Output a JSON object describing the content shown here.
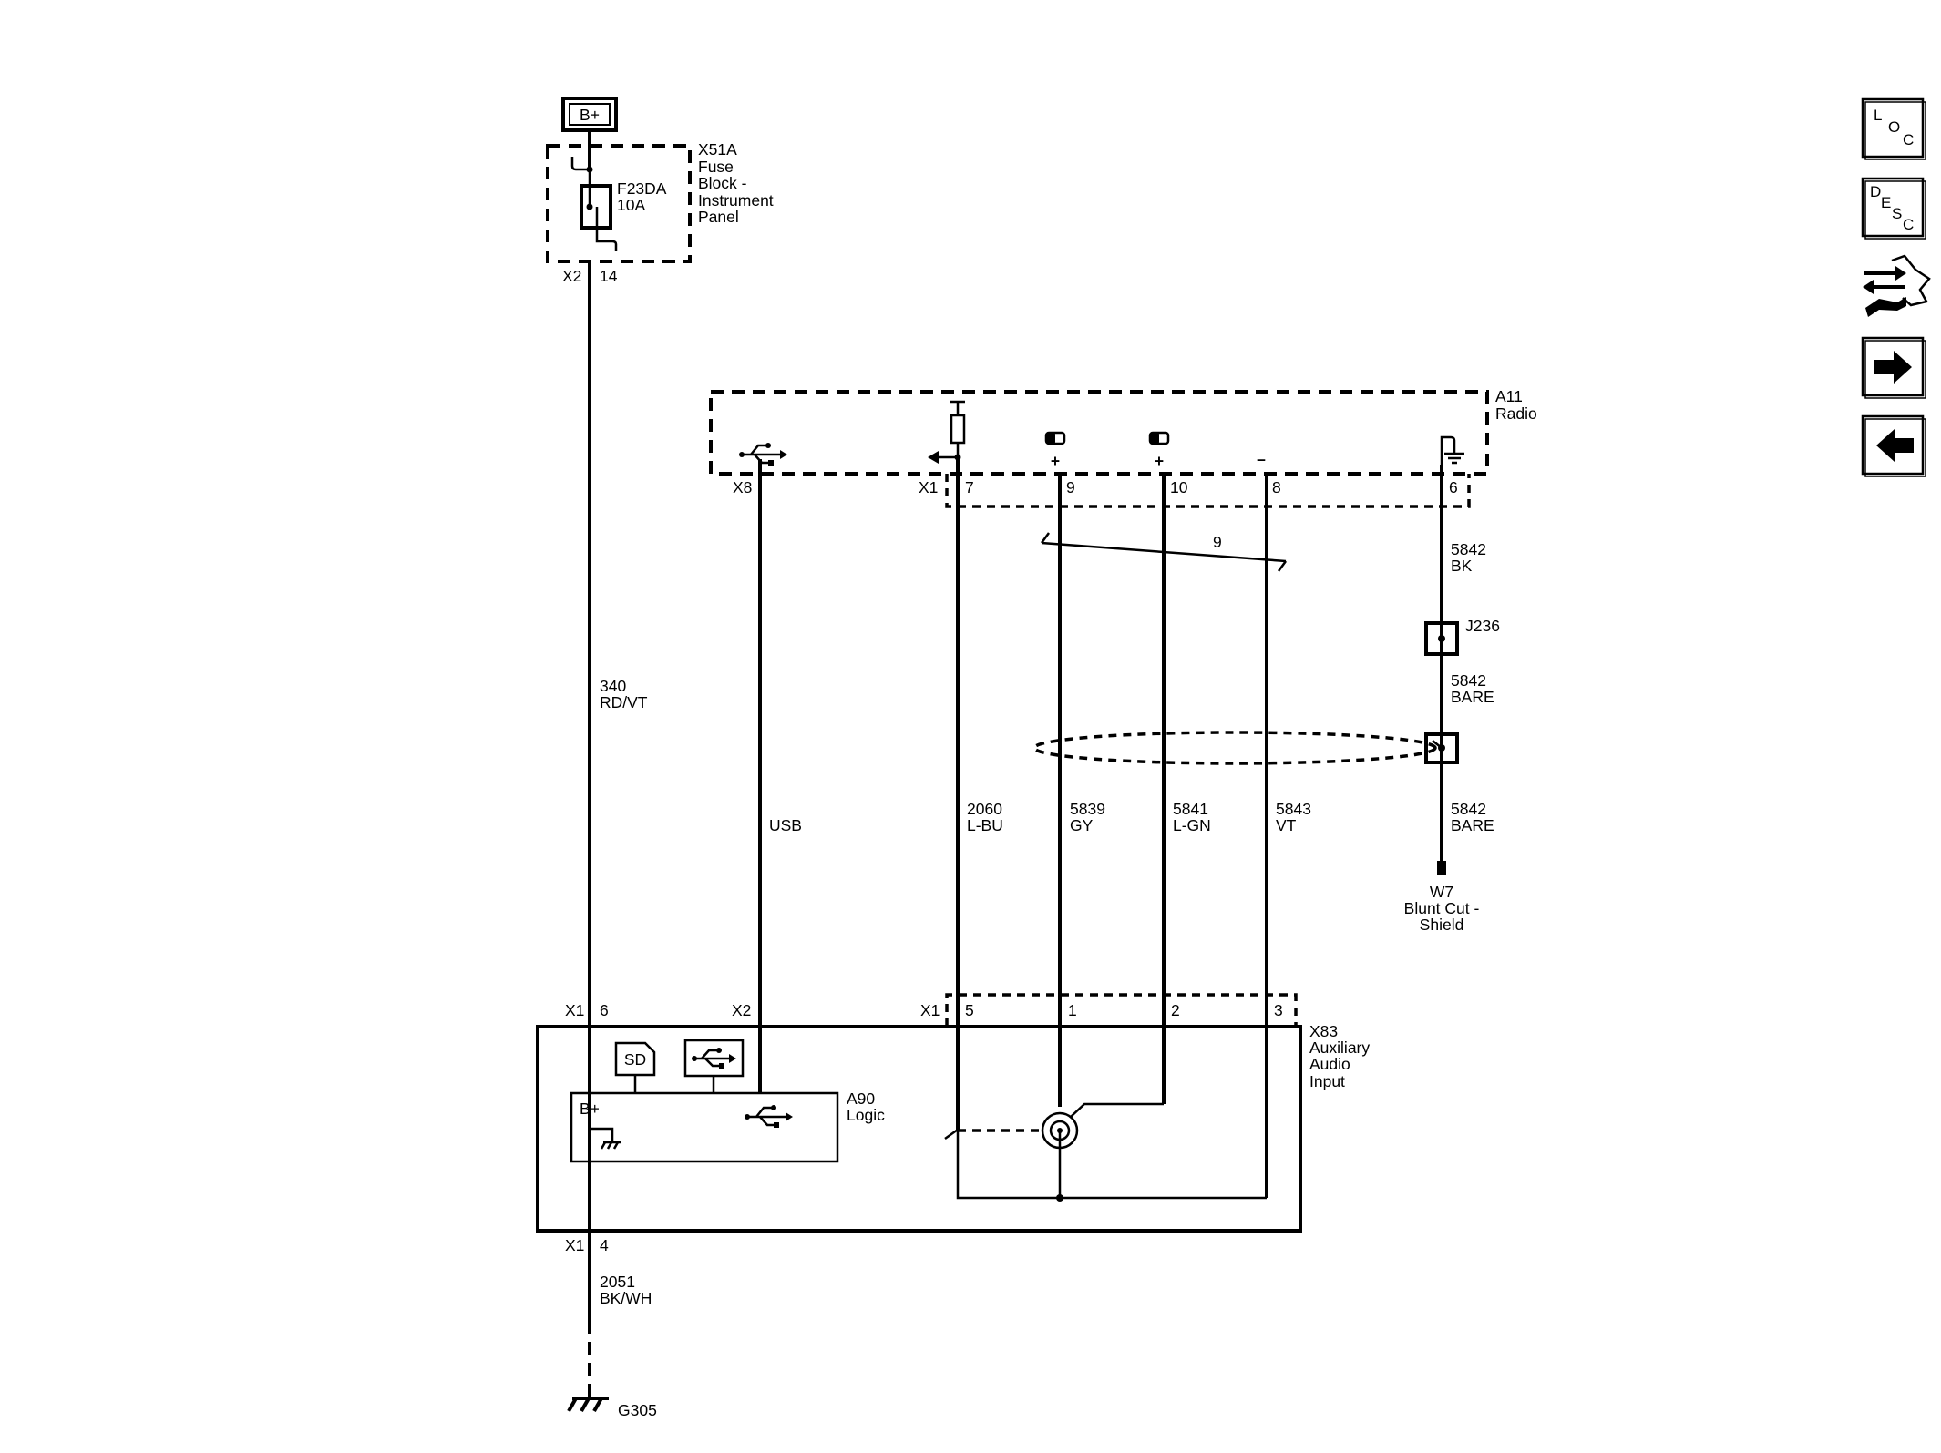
{
  "power": {
    "label": "B+"
  },
  "fuse_block": {
    "connector": "X51A",
    "name_lines": [
      "Fuse",
      "Block -",
      "Instrument",
      "Panel"
    ],
    "fuse_id": "F23DA",
    "fuse_rating": "10A",
    "conn_label": "X2",
    "pin": "14"
  },
  "wire_340": {
    "circuit": "340",
    "color": "RD/VT"
  },
  "radio": {
    "id": "A11",
    "name": "Radio",
    "usb_conn": "X8",
    "conn_x1": "X1",
    "pins": [
      "7",
      "9",
      "10",
      "8",
      "6"
    ],
    "plus1": "+",
    "plus2": "+",
    "minus": "–"
  },
  "twist_label": "9",
  "wire_usb": {
    "label": "USB"
  },
  "wire_2060": {
    "circuit": "2060",
    "color": "L-BU"
  },
  "wire_5839": {
    "circuit": "5839",
    "color": "GY"
  },
  "wire_5841": {
    "circuit": "5841",
    "color": "L-GN"
  },
  "wire_5843": {
    "circuit": "5843",
    "color": "VT"
  },
  "shield_wire": {
    "top": {
      "circuit": "5842",
      "color": "BK"
    },
    "splice": "J236",
    "mid": {
      "circuit": "5842",
      "color": "BARE"
    },
    "bottom": {
      "circuit": "5842",
      "color": "BARE"
    },
    "terminal_id": "W7",
    "terminal_lines": [
      "Blunt Cut -",
      "Shield"
    ]
  },
  "aux_input": {
    "id": "X83",
    "name_lines": [
      "Auxiliary",
      "Audio",
      "Input"
    ],
    "conn_x1_left": "X1",
    "pin_left": "6",
    "conn_x2": "X2",
    "conn_x1_right": "X1",
    "pins_right": [
      "5",
      "1",
      "2",
      "3"
    ],
    "bottom_conn": "X1",
    "bottom_pin": "4",
    "sd_label": "SD"
  },
  "logic": {
    "id": "A90",
    "name": "Logic",
    "bplus": "B+"
  },
  "wire_2051": {
    "circuit": "2051",
    "color": "BK/WH"
  },
  "ground": {
    "id": "G305"
  },
  "nav": {
    "loc": [
      "L",
      "O",
      "C"
    ],
    "desc": [
      "D",
      "E",
      "S",
      "C"
    ],
    "items": [
      "connector-info-icon",
      "arrow-right-icon",
      "arrow-left-icon"
    ]
  }
}
